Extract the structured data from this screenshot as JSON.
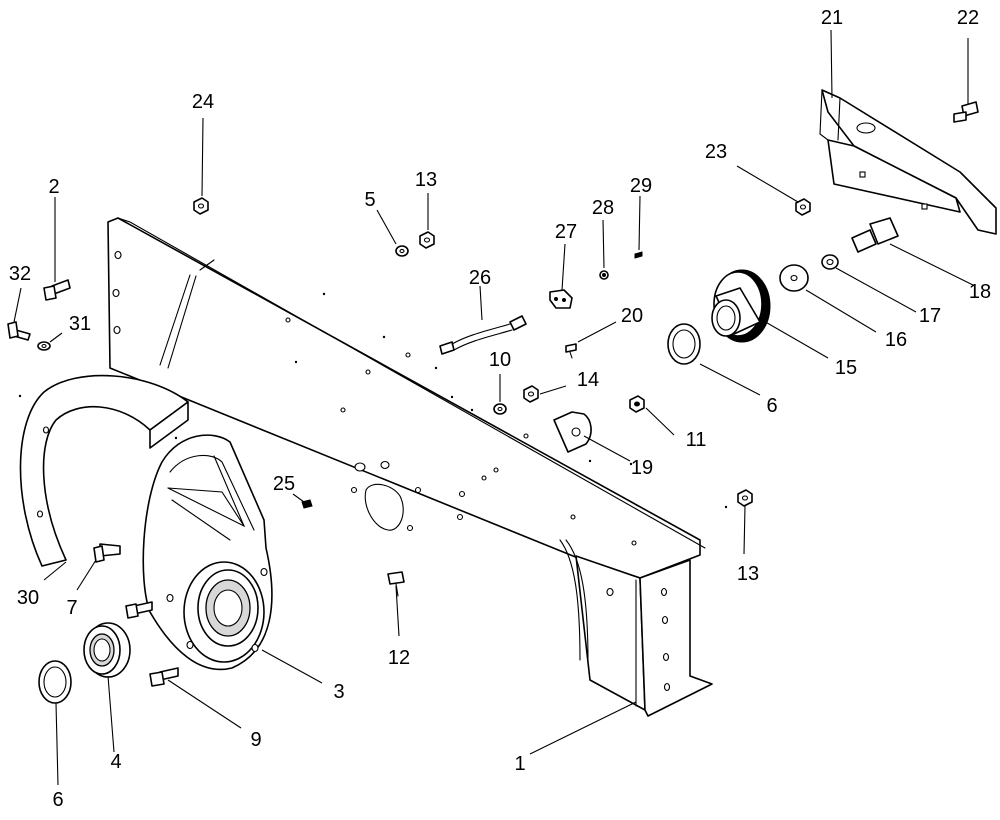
{
  "callouts": {
    "c1": "1",
    "c2": "2",
    "c3": "3",
    "c4": "4",
    "c5": "5",
    "c6a": "6",
    "c6b": "6",
    "c7": "7",
    "c9": "9",
    "c10": "10",
    "c11": "11",
    "c12": "12",
    "c13a": "13",
    "c13b": "13",
    "c14": "14",
    "c15": "15",
    "c16": "16",
    "c17": "17",
    "c18": "18",
    "c19": "19",
    "c20": "20",
    "c21": "21",
    "c22": "22",
    "c23": "23",
    "c24": "24",
    "c25": "25",
    "c26": "26",
    "c27": "27",
    "c28": "28",
    "c29": "29",
    "c30": "30",
    "c31": "31",
    "c32": "32"
  }
}
